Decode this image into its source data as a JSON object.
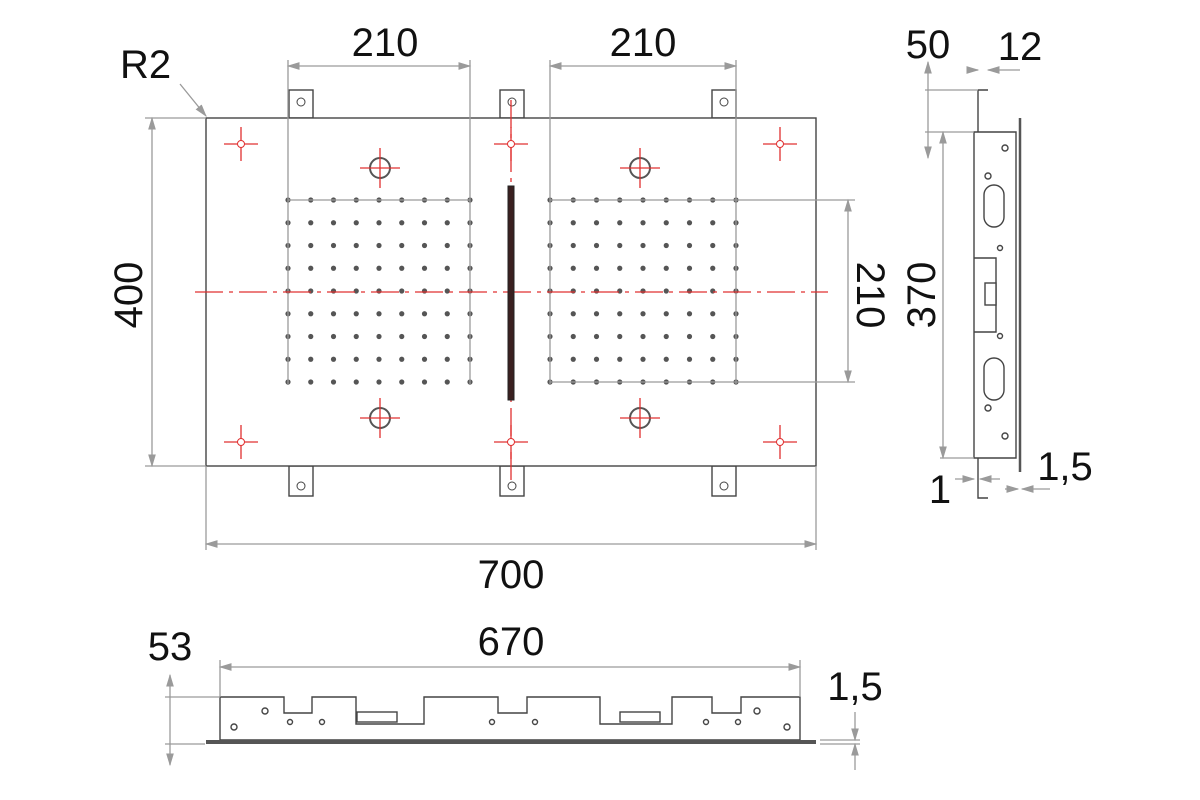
{
  "drawing": {
    "front_view": {
      "radius_label": "R2",
      "width_label": "700",
      "height_label": "400",
      "grid_left_width_label": "210",
      "grid_right_width_label": "210",
      "grid_height_label": "210",
      "nozzle_grid": {
        "rows": 9,
        "columns": 9,
        "count_per_panel": 81,
        "panels": 2
      }
    },
    "side_view": {
      "depth_label": "50",
      "bracket_label": "12",
      "height_label": "370",
      "plate_thickness_label": "1",
      "cover_thickness_label": "1,5"
    },
    "bottom_view": {
      "height_label": "53",
      "length_label": "670",
      "cover_thickness_label": "1,5"
    },
    "colors": {
      "outline": "#444444",
      "dimension": "#9a9a9a",
      "centerline": "#e03030",
      "text": "#111111"
    }
  }
}
